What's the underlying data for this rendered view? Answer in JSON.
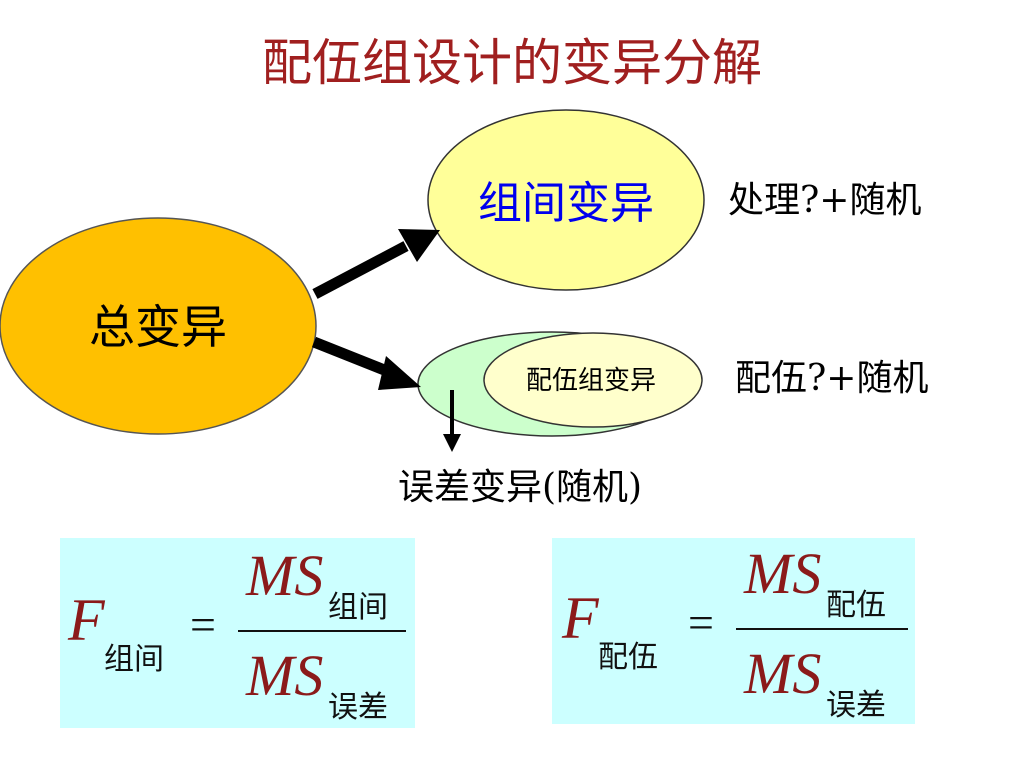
{
  "title": "配伍组设计的变异分解",
  "total": "总变异",
  "between_groups": "组间变异",
  "blocks": "配伍组变异",
  "label_treatment": "处理?+随机",
  "label_block": "配伍?+随机",
  "label_error": "误差变异(随机)",
  "formula1": {
    "lhs": "F",
    "lhs_sub": "组间",
    "eq": "=",
    "num": "MS",
    "num_sub": "组间",
    "den": "MS",
    "den_sub": "误差"
  },
  "formula2": {
    "lhs": "F",
    "lhs_sub": "配伍",
    "eq": "=",
    "num": "MS",
    "num_sub": "配伍",
    "den": "MS",
    "den_sub": "误差"
  },
  "colors": {
    "title": "#a01f1f",
    "total_fill": "#ffc000",
    "between_fill": "#ffff99",
    "block_outer_fill": "#ccffcc",
    "block_inner_fill": "#ffffcc",
    "between_text": "#0000ee",
    "formula_bg": "#ccffff",
    "formula_var": "#8b1a1a"
  }
}
